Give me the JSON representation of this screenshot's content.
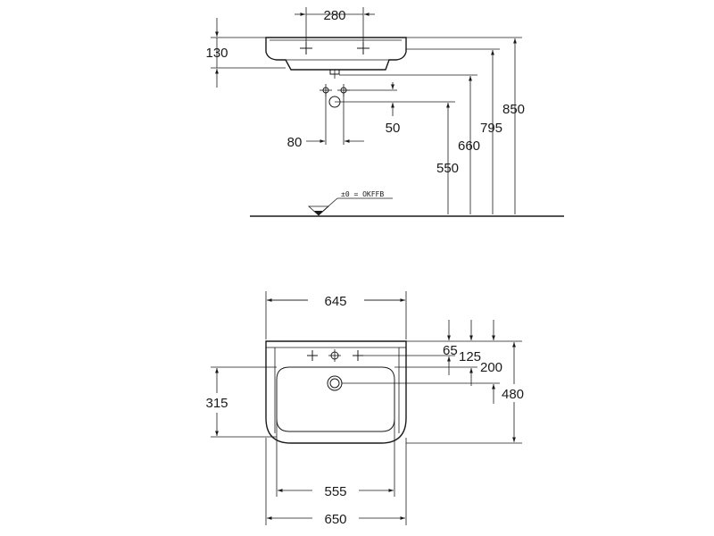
{
  "side_view": {
    "dim_tap_spacing": "280",
    "dim_bowl_depth": "130",
    "dim_waste_height": "660",
    "dim_rim_height_795": "795",
    "dim_top_height": "850",
    "dim_waste_offset": "50",
    "dim_trap_spacing": "80",
    "dim_trap_height": "550",
    "floor_reference": "±0 = OKFFB"
  },
  "plan_view": {
    "dim_basin_width_inner": "645",
    "dim_basin_depth": "315",
    "dim_tap_row": "65",
    "dim_waste_offset": "125",
    "dim_bowl_offset": "200",
    "dim_total_depth": "480",
    "dim_bowl_width": "555",
    "dim_total_width": "650"
  }
}
